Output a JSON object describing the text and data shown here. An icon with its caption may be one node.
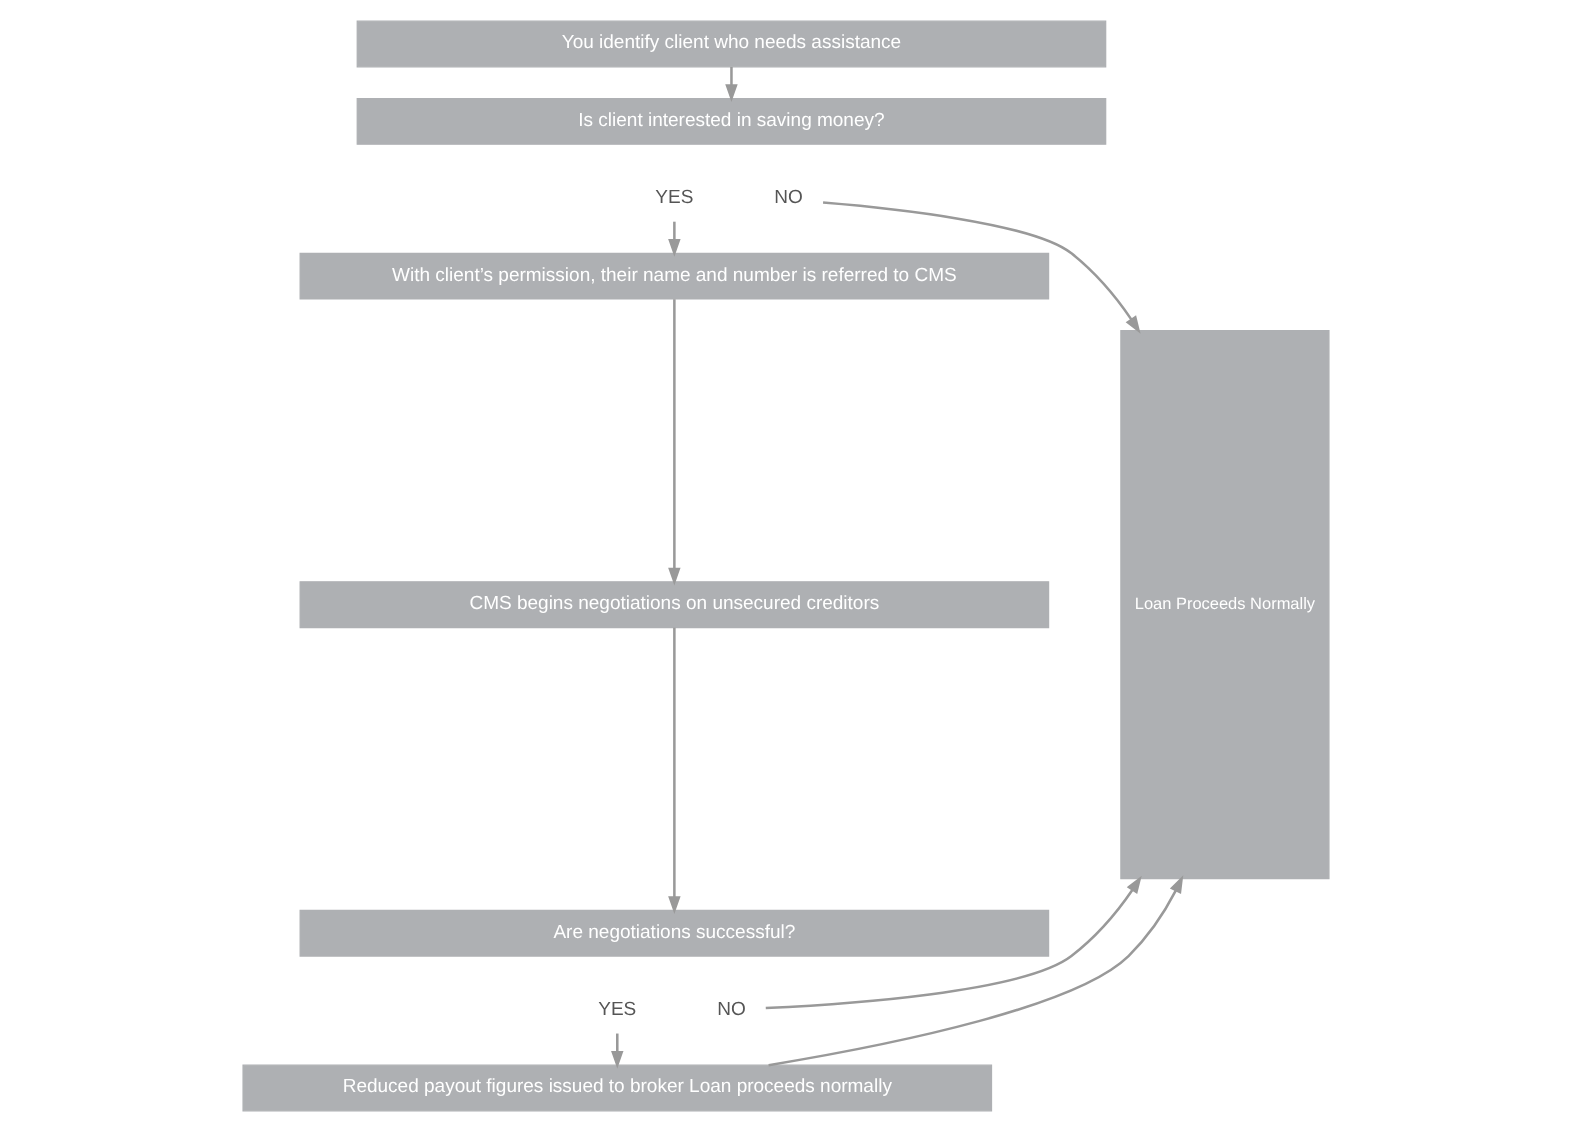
{
  "diagram": {
    "nodes": [
      {
        "text": [
          "You identify client who needs assistance"
        ]
      },
      {
        "text": [
          "Is client interested in saving money?"
        ]
      },
      {
        "text": [
          "YES"
        ]
      },
      {
        "text": [
          "NO"
        ]
      },
      {
        "text": [
          "With client’s permission, their name and number is referred to CMS"
        ]
      },
      {
        "text": [
          "CMS begins negotiations on unsecured creditors"
        ]
      },
      {
        "text": [
          "Are negotiations successful?"
        ]
      },
      {
        "text": [
          "YES"
        ]
      },
      {
        "text": [
          "NO"
        ]
      },
      {
        "text": [
          "Reduced payout figures issued to broker Loan proceeds normally"
        ]
      },
      {
        "text": [
          "Loan Proceeds Normally"
        ]
      }
    ],
    "edges": [
      {
        "from": 0,
        "to": 1,
        "arrow": "to"
      },
      {
        "from": 2,
        "to": 4,
        "arrow": "to"
      },
      {
        "from": 3,
        "to": 10,
        "arrow": "to"
      },
      {
        "from": 4,
        "to": 5,
        "arrow": "to"
      },
      {
        "from": 5,
        "to": 6,
        "arrow": "to"
      },
      {
        "from": 7,
        "to": 9,
        "arrow": "to"
      },
      {
        "from": 8,
        "to": 10,
        "arrow": "to"
      },
      {
        "from": 9,
        "to": 10,
        "arrow": "to"
      }
    ]
  }
}
